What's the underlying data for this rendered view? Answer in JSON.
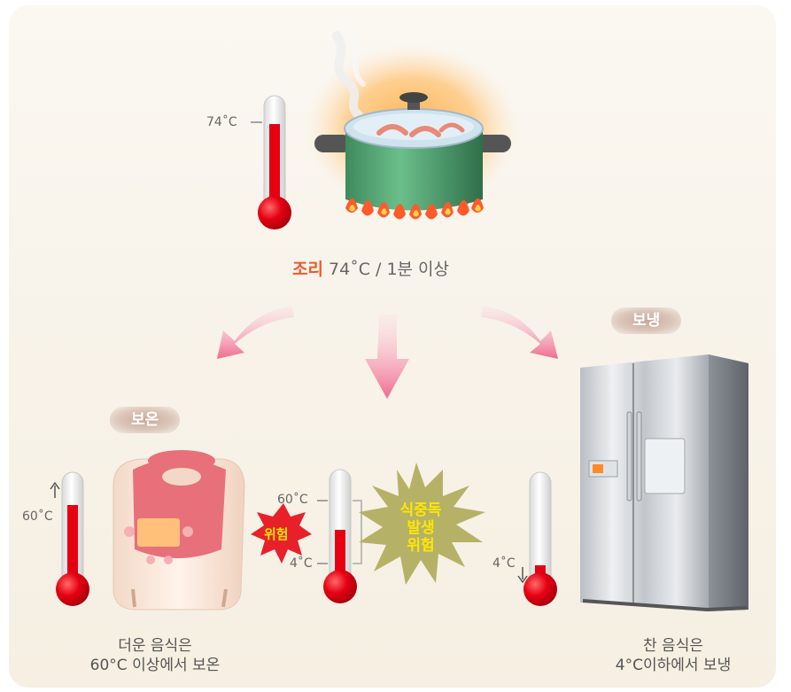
{
  "cooking": {
    "temp_label": "74˚C",
    "caption_highlight": "조리",
    "caption_rest": "74˚C / 1분 이상"
  },
  "keep_warm": {
    "badge": "보온",
    "temp_label": "60˚C",
    "caption_line1": "더운 음식은",
    "caption_line2": "60°C 이상에서 보온"
  },
  "danger_zone": {
    "upper_label": "60˚C",
    "lower_label": "4˚C",
    "small_burst_text": "위험",
    "big_burst_line1": "식중독",
    "big_burst_line2": "발생",
    "big_burst_line3": "위험"
  },
  "refrigeration": {
    "badge": "보냉",
    "temp_label": "4˚C",
    "caption_line1": "찬 음식은",
    "caption_line2": "4°C이하에서 보냉"
  },
  "colors": {
    "thermometer_red": "#e60012",
    "arrow_pink": "#f06a8e",
    "burst_red": "#e8202a",
    "burst_olive": "#b8b56a",
    "pot_green": "#4f9b6e"
  }
}
